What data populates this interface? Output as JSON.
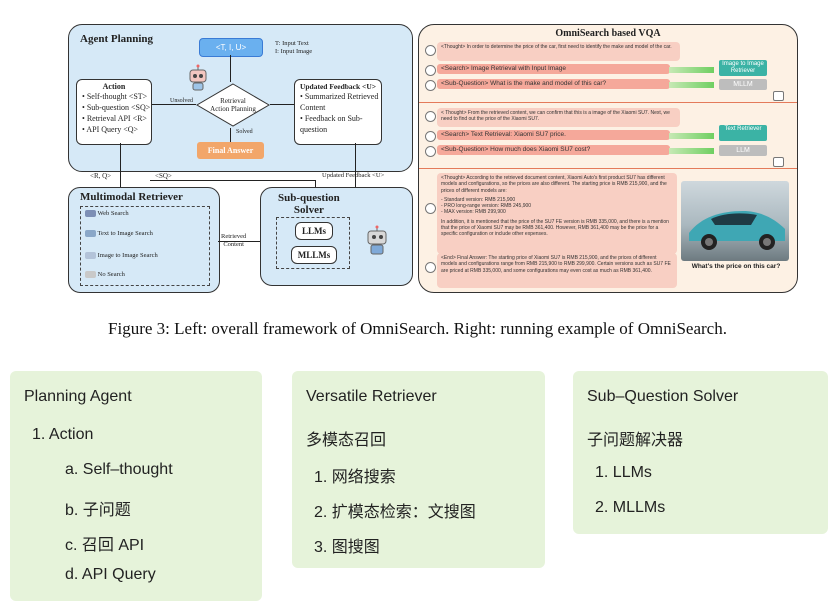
{
  "figure": {
    "agent_planning": {
      "title": "Agent Planning",
      "input_box": "<T, I, U>",
      "input_legend": [
        "T: Input Text",
        "I: Input Image"
      ],
      "decision": [
        "Retrieval",
        "Action Planning"
      ],
      "unsolved": "Unsolved",
      "solved": "Solved",
      "final_answer": "Final Answer",
      "action": {
        "title": "Action",
        "items": [
          "Self-thought <ST>",
          "Sub-question <SQ>",
          "Retrieval API <R>",
          "API Query <Q>"
        ]
      },
      "feedback": {
        "title": "Updated Feedback <U>",
        "items": [
          "Summarized Retrieved Content",
          "Feedback on Sub-question"
        ]
      }
    },
    "connectors": {
      "r_q": "<R, Q>",
      "sq": "<SQ>",
      "updated_feedback": "Updated Feedback <U>",
      "retrieved_content": [
        "Retrieved",
        "Content"
      ]
    },
    "retriever": {
      "title": "Multimodal Retriever",
      "items": [
        "Web Search",
        "Text to Image Search",
        "Image to Image Search",
        "No Search"
      ]
    },
    "solver": {
      "title": [
        "Sub-question",
        "Solver"
      ],
      "llms": "LLMs",
      "mllms": "MLLMs"
    },
    "vqa": {
      "title": "OmniSearch based VQA",
      "thought1": "<Thought> In order to determine the price of the car, first need to identify the make and model of the car.",
      "search1": "<Search> Image Retrieval with Input Image",
      "subq1": "<Sub-Question> What is the make and model of this car?",
      "retriever1": "Image to Image Retriever",
      "model1": "MLLM",
      "thought2": "< Thought> From the retrieved content, we can confirm that this is a image of the Xiaomi SU7. Next, we need to find out the price of the Xiaomi SU7.",
      "search2": "<Search> Text Retrieval: Xiaomi SU7 price.",
      "subq2": "<Sub-Question> How much does Xiaomi SU7 cost?",
      "retriever2": "Text Retriever",
      "model2": "LLM",
      "thought3": "<Thought> According to the retrieved document content, Xiaomi Auto's first product SU7 has different models and configurations, so the prices are also different. The starting price is RMB 215,900, and the prices of different models are:",
      "prices": [
        "- Standard version: RMB 215,900",
        "- PRO long-range version: RMB 245,900",
        "- MAX version: RMB 299,900"
      ],
      "thought3b": "In addition, it is mentioned that the price of the SU7 FE version is RMB 335,000, and there is a mention that the price of Xiaomi SU7 may be RMB 361,400. However, RMB 361,400 may be the price for a specific configuration or include other expenses.",
      "final": "<End> Final Answer: The starting price of Xiaomi SU7 is RMB 215,900, and the prices of different models and configurations range from RMB 215,900 to RMB 299,900. Certain versions such as SU7 FE are priced at RMB 335,000, and some configurations may even cost as much as RMB 361,400.",
      "question": "What's the price on this car?"
    }
  },
  "caption": "Figure 3: Left: overall framework of OmniSearch. Right: running example of OmniSearch.",
  "cards": [
    {
      "title": "Planning Agent",
      "lines": [
        "1. Action",
        "a. Self–thought",
        "b. 子问题",
        "c. 召回 API",
        "d. API Query"
      ]
    },
    {
      "title": "Versatile Retriever",
      "lines": [
        "多模态召回",
        "1. 网络搜索",
        "2. 扩模态检索：文搜图",
        "3. 图搜图"
      ]
    },
    {
      "title": "Sub–Question Solver",
      "lines": [
        "子问题解决器",
        "1. LLMs",
        "2. MLLMs"
      ]
    }
  ],
  "colors": {
    "panel_blue": "#d6e9f7",
    "panel_peach": "#fdf1e4",
    "card_green": "#e6f3da",
    "final_answer_orange": "#f2a66a",
    "input_box_blue": "#6ab0ef"
  }
}
